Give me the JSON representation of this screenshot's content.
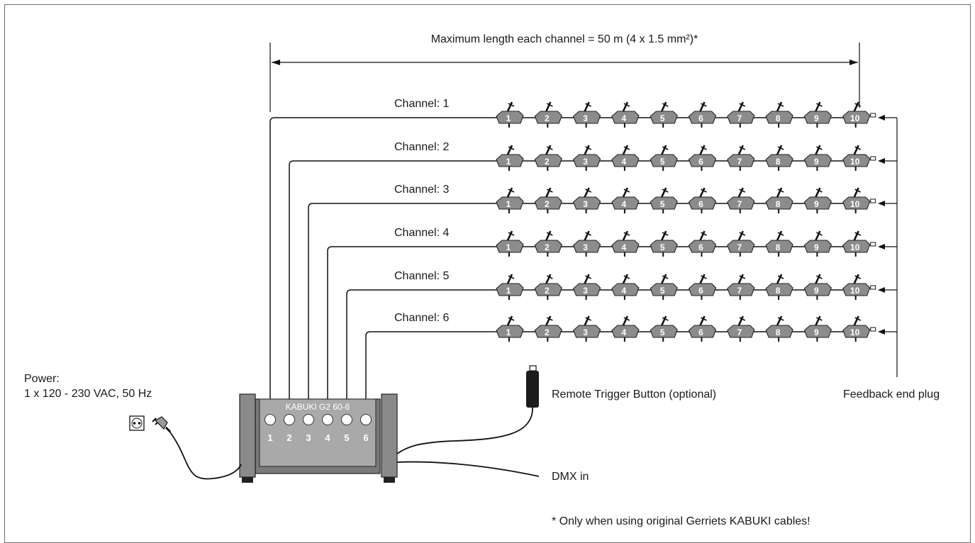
{
  "dimension": {
    "text": "Maximum length each channel = 50 m (4 x 1.5 mm²)*"
  },
  "channels": [
    {
      "label": "Channel: 1"
    },
    {
      "label": "Channel: 2"
    },
    {
      "label": "Channel: 3"
    },
    {
      "label": "Channel: 4"
    },
    {
      "label": "Channel: 5"
    },
    {
      "label": "Channel: 6"
    }
  ],
  "fixture_numbers": [
    "1",
    "2",
    "3",
    "4",
    "5",
    "6",
    "7",
    "8",
    "9",
    "10"
  ],
  "controller": {
    "name": "KABUKI G2 60-6",
    "ports": [
      "1",
      "2",
      "3",
      "4",
      "5",
      "6"
    ]
  },
  "power": {
    "line1": "Power:",
    "line2": "1 x 120 - 230 VAC, 50 Hz"
  },
  "remote_trigger": {
    "label": "Remote Trigger Button (optional)"
  },
  "dmx": {
    "label": "DMX in"
  },
  "feedback": {
    "label": "Feedback end plug"
  },
  "footnote": {
    "text": "* Only when using original Gerriets KABUKI cables!"
  },
  "colors": {
    "fixture_fill": "#8c8c8c",
    "box_dark": "#6b6b6b",
    "box_light": "#a9a9a9",
    "line": "#111111"
  }
}
